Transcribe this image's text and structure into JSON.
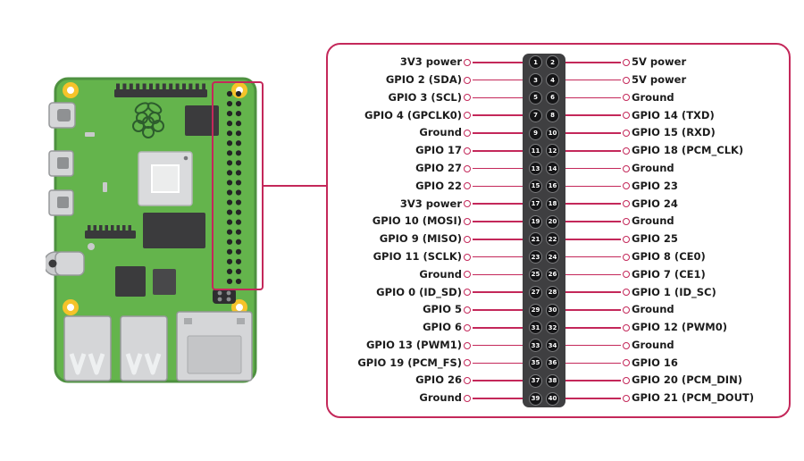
{
  "colors": {
    "accent": "#c4285a",
    "board_green": "#64b44c",
    "board_border": "#4e9140",
    "hole_yellow": "#f5c32a",
    "strip_dark": "#3f3f41",
    "pin_dark": "#151517",
    "label_text": "#1c1c1c"
  },
  "board": {
    "name": "Raspberry Pi board illustration"
  },
  "pinout": {
    "rows": [
      {
        "left_label": "3V3 power",
        "left_pin": "1",
        "right_pin": "2",
        "right_label": "5V power"
      },
      {
        "left_label": "GPIO 2 (SDA)",
        "left_pin": "3",
        "right_pin": "4",
        "right_label": "5V power"
      },
      {
        "left_label": "GPIO 3 (SCL)",
        "left_pin": "5",
        "right_pin": "6",
        "right_label": "Ground"
      },
      {
        "left_label": "GPIO 4 (GPCLK0)",
        "left_pin": "7",
        "right_pin": "8",
        "right_label": "GPIO 14 (TXD)"
      },
      {
        "left_label": "Ground",
        "left_pin": "9",
        "right_pin": "10",
        "right_label": "GPIO 15 (RXD)"
      },
      {
        "left_label": "GPIO 17",
        "left_pin": "11",
        "right_pin": "12",
        "right_label": "GPIO 18 (PCM_CLK)"
      },
      {
        "left_label": "GPIO 27",
        "left_pin": "13",
        "right_pin": "14",
        "right_label": "Ground"
      },
      {
        "left_label": "GPIO 22",
        "left_pin": "15",
        "right_pin": "16",
        "right_label": "GPIO 23"
      },
      {
        "left_label": "3V3 power",
        "left_pin": "17",
        "right_pin": "18",
        "right_label": "GPIO 24"
      },
      {
        "left_label": "GPIO 10 (MOSI)",
        "left_pin": "19",
        "right_pin": "20",
        "right_label": "Ground"
      },
      {
        "left_label": "GPIO 9 (MISO)",
        "left_pin": "21",
        "right_pin": "22",
        "right_label": "GPIO 25"
      },
      {
        "left_label": "GPIO 11 (SCLK)",
        "left_pin": "23",
        "right_pin": "24",
        "right_label": "GPIO 8 (CE0)"
      },
      {
        "left_label": "Ground",
        "left_pin": "25",
        "right_pin": "26",
        "right_label": "GPIO 7 (CE1)"
      },
      {
        "left_label": "GPIO 0 (ID_SD)",
        "left_pin": "27",
        "right_pin": "28",
        "right_label": "GPIO 1 (ID_SC)"
      },
      {
        "left_label": "GPIO 5",
        "left_pin": "29",
        "right_pin": "30",
        "right_label": "Ground"
      },
      {
        "left_label": "GPIO 6",
        "left_pin": "31",
        "right_pin": "32",
        "right_label": "GPIO 12 (PWM0)"
      },
      {
        "left_label": "GPIO 13 (PWM1)",
        "left_pin": "33",
        "right_pin": "34",
        "right_label": "Ground"
      },
      {
        "left_label": "GPIO 19 (PCM_FS)",
        "left_pin": "35",
        "right_pin": "36",
        "right_label": "GPIO 16"
      },
      {
        "left_label": "GPIO 26",
        "left_pin": "37",
        "right_pin": "38",
        "right_label": "GPIO 20 (PCM_DIN)"
      },
      {
        "left_label": "Ground",
        "left_pin": "39",
        "right_pin": "40",
        "right_label": "GPIO 21 (PCM_DOUT)"
      }
    ]
  }
}
